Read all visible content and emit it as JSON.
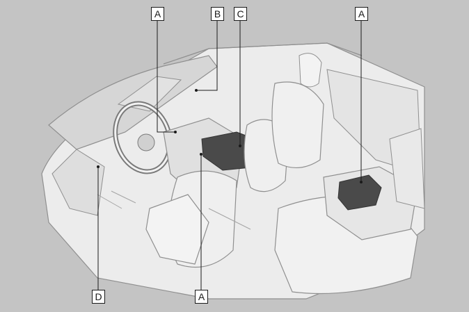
{
  "callouts": {
    "a_dash": "A",
    "b": "B",
    "c": "C",
    "a_rear": "A",
    "d": "D",
    "a_console": "A"
  },
  "colors": {
    "background": "#c4c4c4",
    "interior_fill": "#ececec",
    "interior_shade": "#d6d6d6",
    "outline": "#8f8f8f",
    "dark_parts": "#4a4a4a",
    "callout_border": "#1a1a1a"
  }
}
